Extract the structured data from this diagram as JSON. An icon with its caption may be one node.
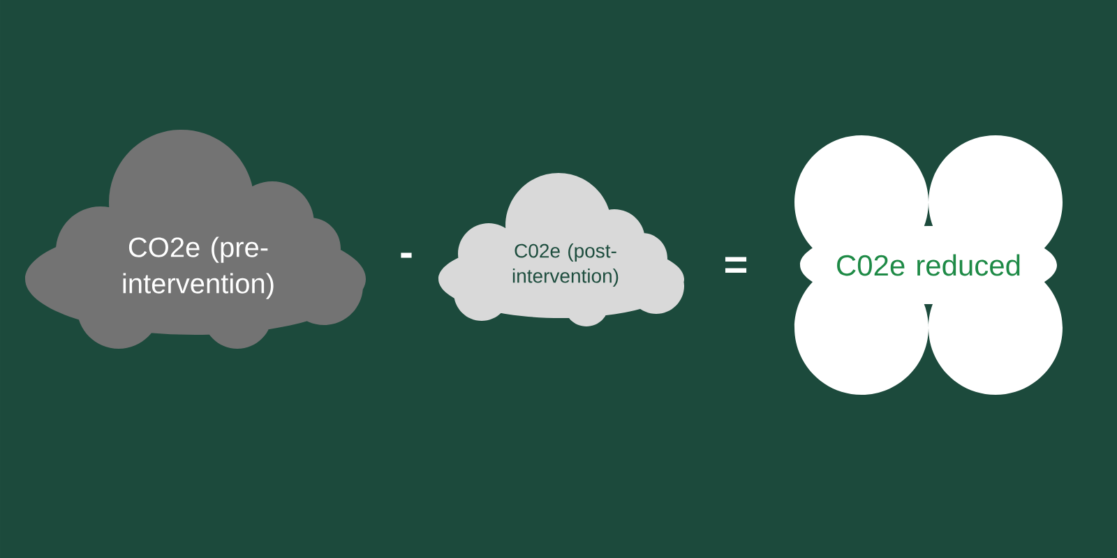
{
  "diagram": {
    "nodes": [
      {
        "text": [
          "CO2e (pre-intervention)"
        ]
      },
      {
        "text": [
          "C02e (post-intervention)"
        ]
      },
      {
        "text": [
          "C02e reduced"
        ]
      }
    ],
    "labels": [
      "-",
      "="
    ]
  }
}
